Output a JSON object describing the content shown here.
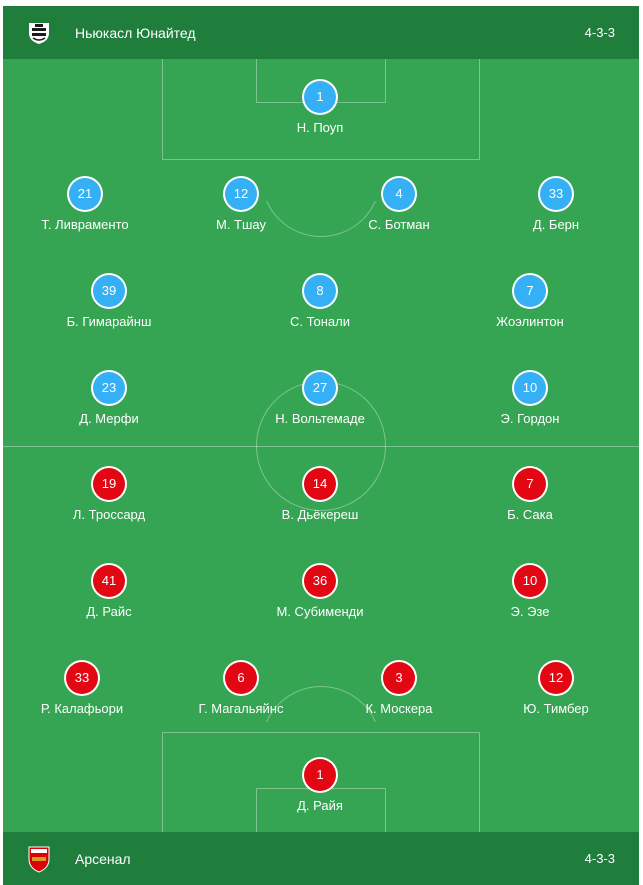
{
  "colors": {
    "header": "#1f7e3c",
    "pitch": "#36a553",
    "home_badge": "#36b0f5",
    "away_badge": "#e30613"
  },
  "home": {
    "name": "Ньюкасл Юнайтед",
    "formation": "4-3-3",
    "crest": "newcastle-crest-icon",
    "players": [
      {
        "number": "1",
        "name": "Н. Поуп"
      },
      {
        "number": "21",
        "name": "Т. Ливраменто"
      },
      {
        "number": "12",
        "name": "М. Тшау"
      },
      {
        "number": "4",
        "name": "С. Ботман"
      },
      {
        "number": "33",
        "name": "Д. Берн"
      },
      {
        "number": "39",
        "name": "Б. Гимарайнш"
      },
      {
        "number": "8",
        "name": "С. Тонали"
      },
      {
        "number": "7",
        "name": "Жоэлинтон"
      },
      {
        "number": "23",
        "name": "Д. Мерфи"
      },
      {
        "number": "27",
        "name": "Н. Вольтемаде"
      },
      {
        "number": "10",
        "name": "Э. Гордон"
      }
    ]
  },
  "away": {
    "name": "Арсенал",
    "formation": "4-3-3",
    "crest": "arsenal-crest-icon",
    "players": [
      {
        "number": "19",
        "name": "Л. Троссард"
      },
      {
        "number": "14",
        "name": "В. Дьёкереш"
      },
      {
        "number": "7",
        "name": "Б. Сака"
      },
      {
        "number": "41",
        "name": "Д. Райс"
      },
      {
        "number": "36",
        "name": "М. Субименди"
      },
      {
        "number": "10",
        "name": "Э. Эзе"
      },
      {
        "number": "33",
        "name": "Р. Калафьори"
      },
      {
        "number": "6",
        "name": "Г. Магальяйнс"
      },
      {
        "number": "3",
        "name": "К. Москера"
      },
      {
        "number": "12",
        "name": "Ю. Тимбер"
      },
      {
        "number": "1",
        "name": "Д. Райя"
      }
    ]
  }
}
